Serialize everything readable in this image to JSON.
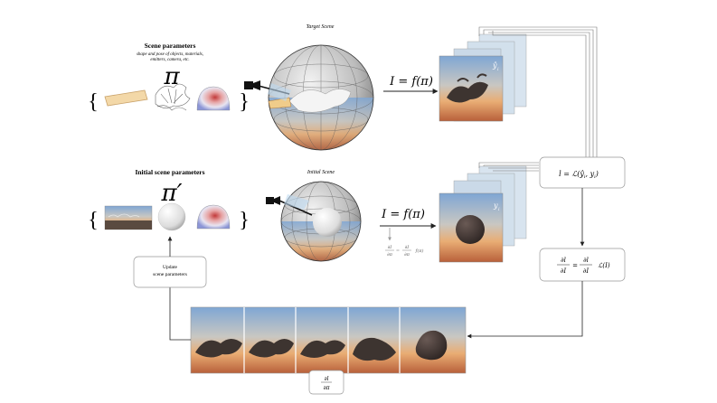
{
  "top": {
    "params_title": "Scene parameters",
    "params_subtitle": [
      "shape and pose of objects, materials,",
      "emitters, camera, etc."
    ],
    "pi_symbol": "π",
    "scene_label": "Target Scene",
    "render_eq": "I = f(π)",
    "image_subscript": "ŷ",
    "image_subscript_index": "i"
  },
  "bottom": {
    "params_title": "Initial scene parameters",
    "pi_symbol": "π′",
    "scene_label": "Initial Scene",
    "render_eq": "I = f(π)",
    "derivative_num": "∂I",
    "derivative_den": "∂π",
    "derivative_rhs": "f(π)",
    "image_subscript": "y",
    "image_subscript_index": "i"
  },
  "loss_box": {
    "text": "l = ℒ(ŷ",
    "sub_i": "i",
    "mid": ", y",
    "sub_i2": "i",
    "end": ")"
  },
  "grad_box": {
    "num": "∂l",
    "den": "∂I",
    "rhs": "ℒ(I)"
  },
  "update_box": {
    "line1": "Update",
    "line2": "scene parameters"
  },
  "bottom_deriv": {
    "num": "∂l",
    "den": "∂π"
  },
  "braces": {
    "open": "{",
    "close": "}"
  },
  "colors": {
    "sky": "#8fb3d8",
    "sunset": "#e6a36b",
    "dragon": "#3d3430",
    "stroke": "#333333"
  }
}
